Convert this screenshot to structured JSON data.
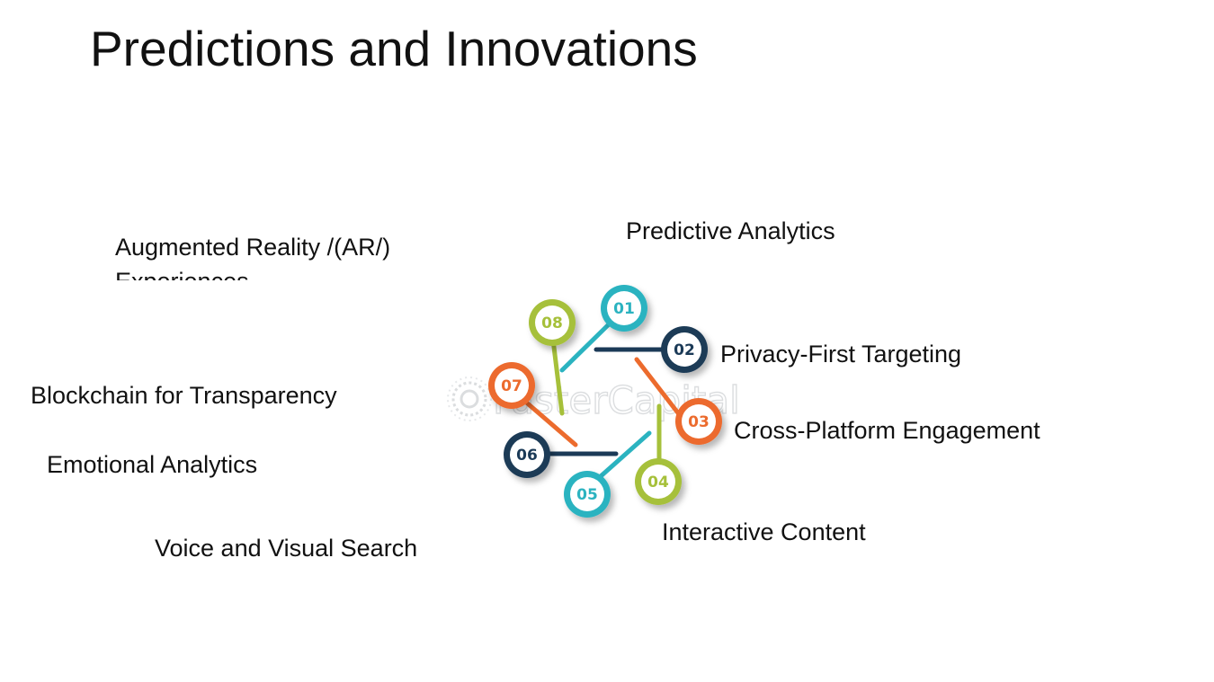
{
  "slide": {
    "title": "Predictions and Innovations"
  },
  "items": [
    {
      "num": "01",
      "label": "Predictive Analytics",
      "color": "#2bb3c0"
    },
    {
      "num": "02",
      "label": "Privacy-First Targeting",
      "color": "#1b3a57"
    },
    {
      "num": "03",
      "label": "Cross-Platform Engagement",
      "color": "#ec6b2d"
    },
    {
      "num": "04",
      "label": "Interactive Content",
      "color": "#a6c03a"
    },
    {
      "num": "05",
      "label": "Voice and Visual Search",
      "color": "#2bb3c0"
    },
    {
      "num": "06",
      "label": "Emotional Analytics",
      "color": "#1b3a57"
    },
    {
      "num": "07",
      "label": "Blockchain for Transparency",
      "color": "#ec6b2d"
    },
    {
      "num": "08",
      "label": "Augmented Reality /(AR/) Experiences",
      "color": "#a6c03a"
    }
  ],
  "watermark": {
    "text": "FasterCapital",
    "icon": "gear-icon"
  }
}
